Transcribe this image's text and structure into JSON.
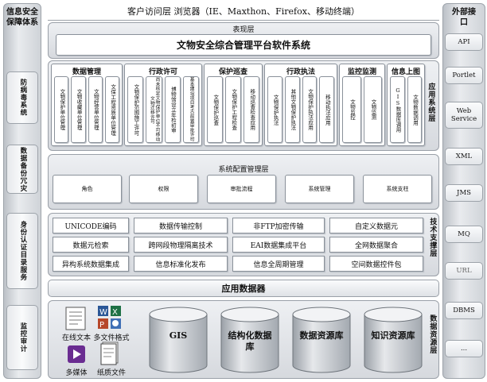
{
  "left_column": {
    "title": "信息安全保障体系",
    "items": [
      "防病毒系统",
      "数据备份冗灾",
      "身份认证目录服务",
      "监控审计"
    ]
  },
  "right_column": {
    "title": "外部接口",
    "items": [
      "API",
      "Portlet",
      "Web Service",
      "XML",
      "JMS",
      "MQ",
      "URL",
      "DBMS",
      "..."
    ]
  },
  "client_layer": "客户访问层  浏览器（IE、Maxthon、Firefox、移动终端）",
  "presentation": {
    "title": "表现层",
    "platform": "文物安全综合管理平台软件系统"
  },
  "app_system": {
    "label": "应用系统层",
    "groups": [
      {
        "title": "数据管理",
        "items": [
          "文物保护单位管理",
          "文物收藏单位管理",
          "文物经营单位管理",
          "文保工程资质单位管理"
        ]
      },
      {
        "title": "行政许可",
        "items": [
          "文物保护范围施工许可",
          "尚未核定文物保护单位不可移动文物迁移许可",
          "博物馆设立年检初审",
          "基本建设项目考古前置审批许可"
        ]
      },
      {
        "title": "保护巡查",
        "items": [
          "文物保护巡查",
          "文物保护工程检查",
          "移动巡查检查应用"
        ]
      },
      {
        "title": "行政执法",
        "items": [
          "文物保护执法",
          "其他文物保护执法",
          "文物保护执法应用",
          "移动执法应用"
        ]
      },
      {
        "title": "监控监测",
        "items": [
          "文物监控",
          "文物监测"
        ]
      },
      {
        "title": "信息上图",
        "items": [
          "GIS数据库调用",
          "文物数据调用"
        ]
      }
    ]
  },
  "config_layer": {
    "title": "系统配置管理层",
    "items": [
      "角色",
      "权限",
      "审批流程",
      "系统管理",
      "系统支柱"
    ]
  },
  "support_layer": {
    "label": "技术支撑层",
    "rows": [
      [
        "UNICODE编码",
        "数据传输控制",
        "非FTP加密传输",
        "自定义数据元"
      ],
      [
        "数据元检索",
        "跨网段物理隔离技术",
        "EAI数据集成平台",
        "全网数据聚合"
      ],
      [
        "异构系统数据集成",
        "信息标准化发布",
        "信息全周期管理",
        "空间数据控件包"
      ]
    ]
  },
  "app_data": "应用数据器",
  "resource_layer": {
    "label": "数据资源层",
    "file_types": [
      "在线文本",
      "多文件格式",
      "多媒体",
      "纸质文件"
    ],
    "databases": [
      "GIS",
      "结构化数据库",
      "数据资源库",
      "知识资源库"
    ]
  }
}
